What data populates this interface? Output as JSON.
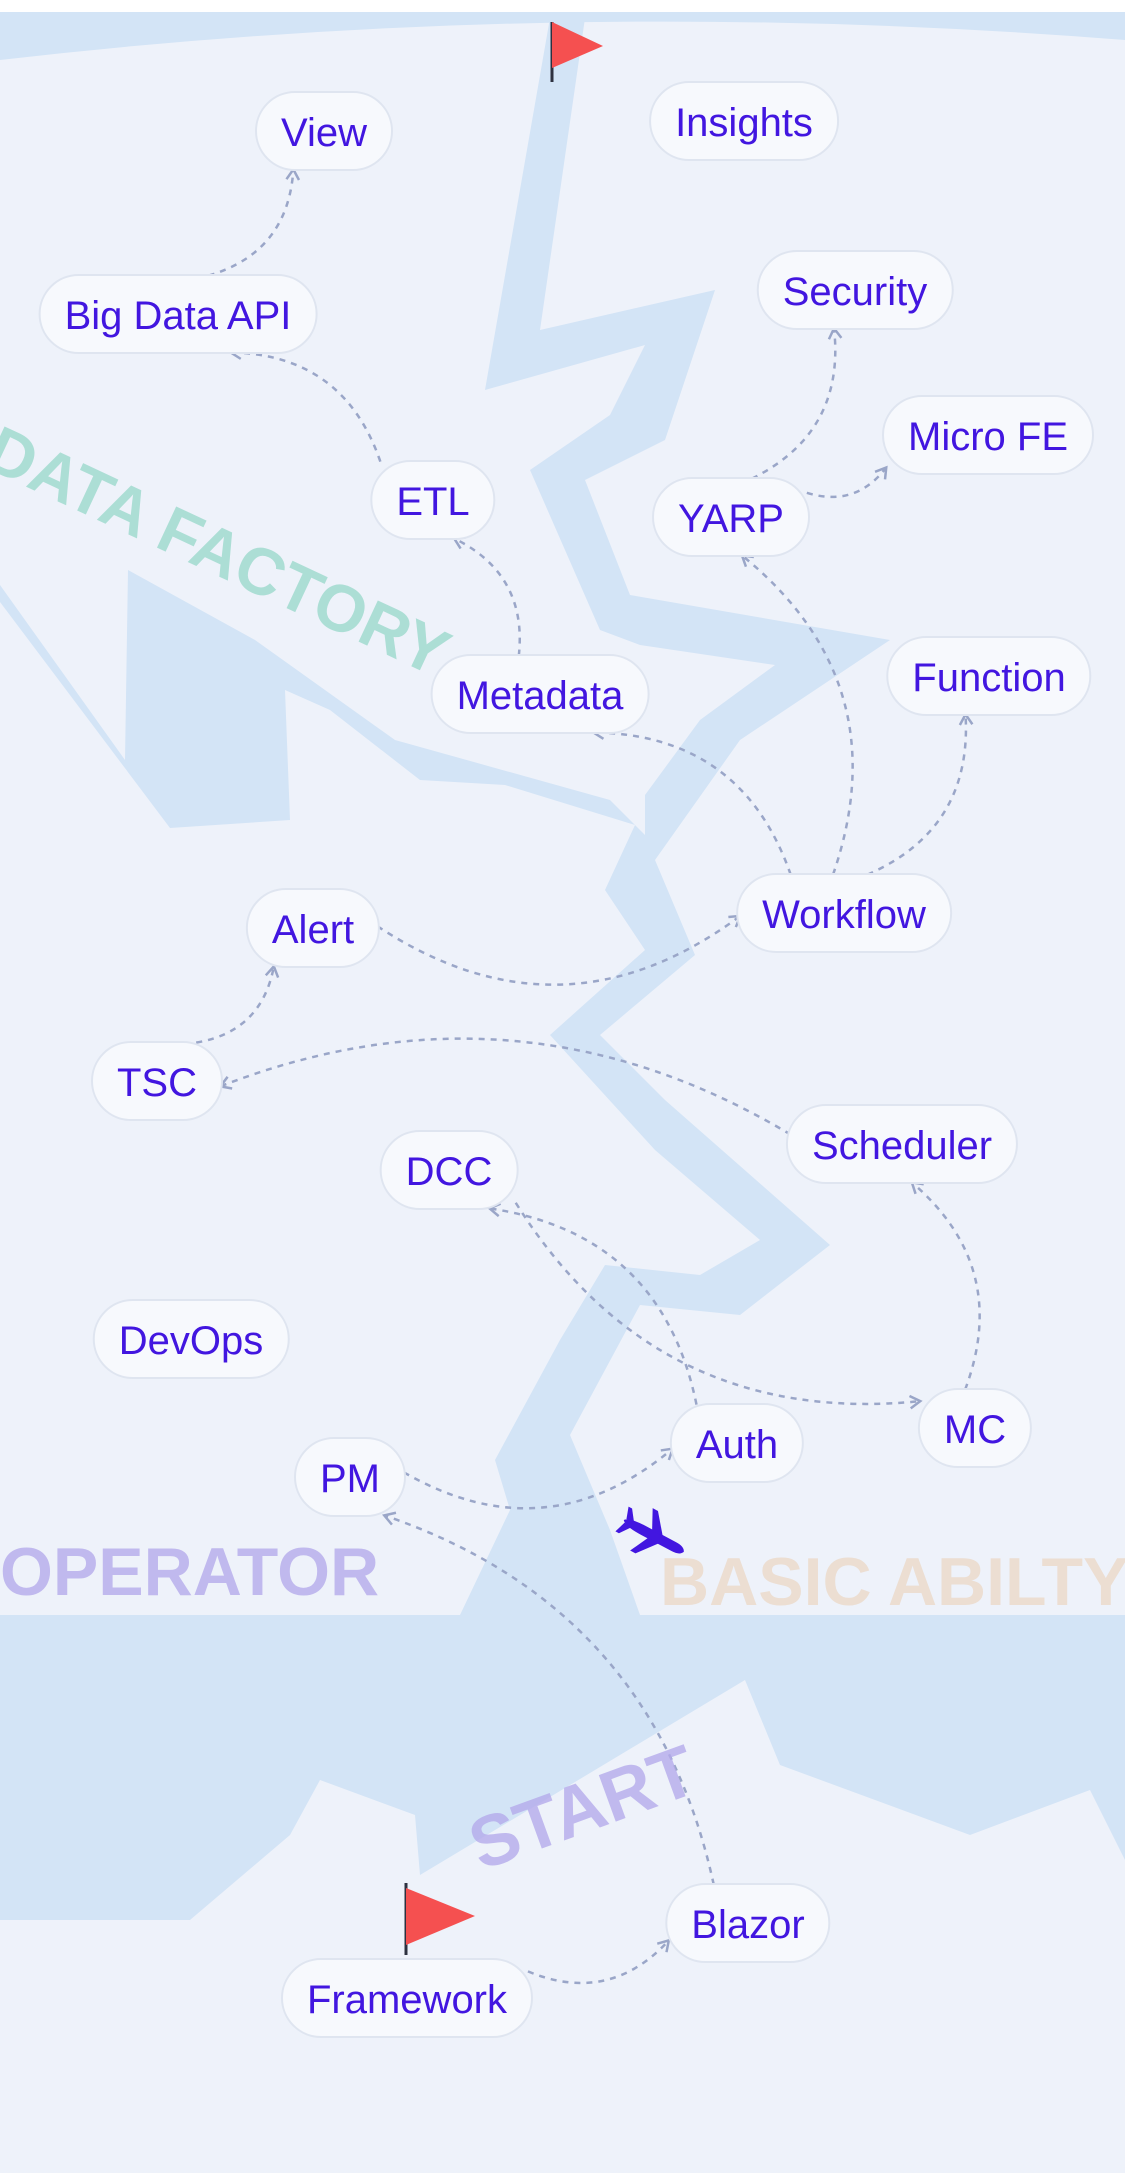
{
  "regions": {
    "data_factory": "DATA FACTORY",
    "operator": "OPERATOR",
    "basic_ability": "BASIC ABILTY",
    "start": "START"
  },
  "nodes": {
    "view": "View",
    "insights": "Insights",
    "big_data_api": "Big Data API",
    "security": "Security",
    "micro_fe": "Micro FE",
    "etl": "ETL",
    "yarp": "YARP",
    "metadata": "Metadata",
    "function": "Function",
    "alert": "Alert",
    "workflow": "Workflow",
    "tsc": "TSC",
    "scheduler": "Scheduler",
    "dcc": "DCC",
    "devops": "DevOps",
    "pm": "PM",
    "auth": "Auth",
    "mc": "MC",
    "blazor": "Blazor",
    "framework": "Framework"
  },
  "edges": [
    [
      "framework",
      "blazor"
    ],
    [
      "blazor",
      "pm"
    ],
    [
      "pm",
      "auth"
    ],
    [
      "auth",
      "dcc"
    ],
    [
      "dcc",
      "mc"
    ],
    [
      "mc",
      "scheduler"
    ],
    [
      "scheduler",
      "tsc"
    ],
    [
      "tsc",
      "alert"
    ],
    [
      "alert",
      "workflow"
    ],
    [
      "workflow",
      "function"
    ],
    [
      "workflow",
      "metadata"
    ],
    [
      "workflow",
      "yarp"
    ],
    [
      "metadata",
      "etl"
    ],
    [
      "etl",
      "big_data_api"
    ],
    [
      "big_data_api",
      "view"
    ],
    [
      "yarp",
      "security"
    ],
    [
      "yarp",
      "micro_fe"
    ]
  ],
  "colors": {
    "background": "#eef2fa",
    "river": "#d3e4f6",
    "node_text": "#4216e0",
    "node_fill": "#f7f9fd",
    "node_border": "#dfe5f0",
    "edge": "#9aa6c8",
    "flag": "#f55050",
    "plane": "#4216e0"
  },
  "icons": {
    "flags": "flag-icon",
    "plane": "airplane-icon"
  }
}
